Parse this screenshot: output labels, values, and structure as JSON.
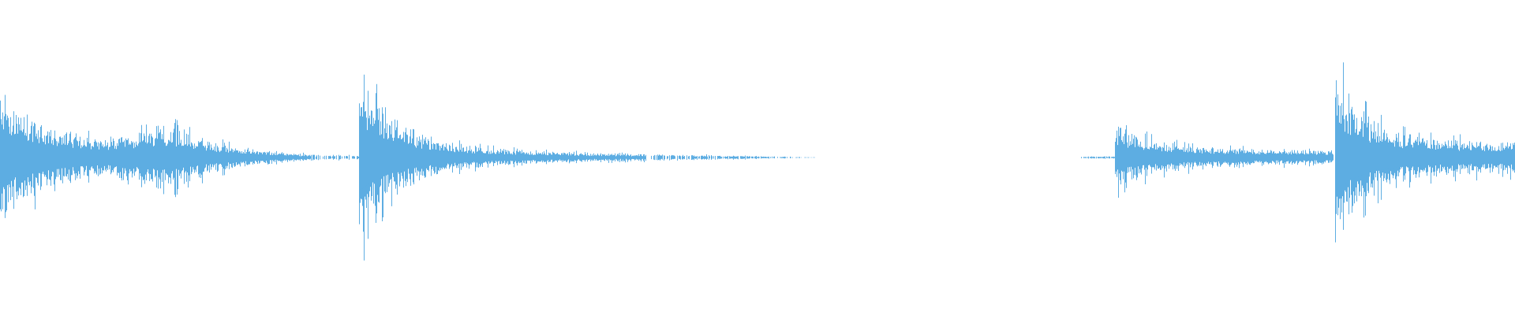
{
  "waveform": {
    "color": "#5dade2",
    "background": "#ffffff",
    "description_segments": [
      {
        "start": 0.0,
        "end": 0.1,
        "peak": 0.55,
        "decay": 0.9
      },
      {
        "start": 0.1,
        "end": 0.24,
        "peak": 0.28,
        "decay": 0.5
      },
      {
        "start": 0.24,
        "end": 0.555,
        "peak": 0.68,
        "decay": 0.95
      },
      {
        "start": 0.715,
        "end": 0.88,
        "peak": 0.28,
        "decay": 0.5
      },
      {
        "start": 0.88,
        "end": 1.0,
        "peak": 0.68,
        "decay": 0.7
      }
    ]
  }
}
